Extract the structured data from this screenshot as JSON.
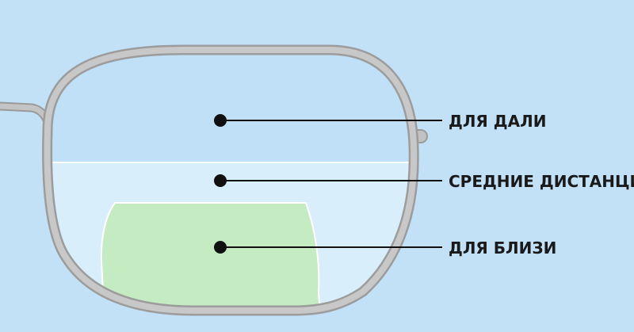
{
  "zones": [
    {
      "id": "far",
      "label": "ДЛЯ ДАЛИ"
    },
    {
      "id": "intermediate",
      "label": "СРЕДНИЕ ДИСТАНЦИИ"
    },
    {
      "id": "near",
      "label": "ДЛЯ БЛИЗИ"
    }
  ],
  "colors": {
    "background": "#c2e1f7",
    "frame": "#b7b7b7",
    "frame_edge": "#9a9a9a",
    "lens_far": "#bfe0f6",
    "lens_intermediate": "#d9eefb",
    "lens_near": "#c4ebc2",
    "marker": "#111111"
  }
}
